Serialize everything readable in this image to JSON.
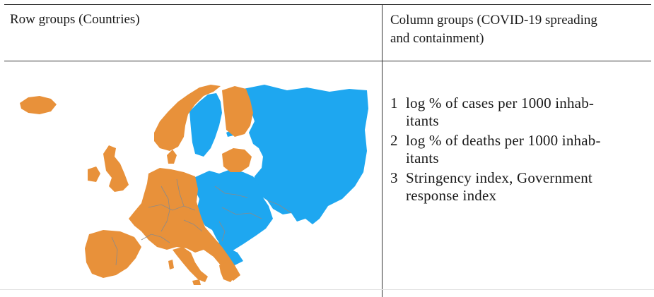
{
  "header": {
    "row_groups": "Row groups (Countries)",
    "column_groups_line1": "Column groups (COVID-19 spreading",
    "column_groups_line2": "and containment)"
  },
  "map": {
    "colors": {
      "orange_group": "#E8913A",
      "blue_group": "#1EA7F0",
      "border": "#8a8a8a"
    }
  },
  "column_groups": [
    {
      "number": "1",
      "line1": "log % of cases per 1000 inhab-",
      "line2": "itants"
    },
    {
      "number": "2",
      "line1": "log % of deaths per 1000 inhab-",
      "line2": "itants"
    },
    {
      "number": "3",
      "line1": "Stringency index, Government",
      "line2": "response index"
    }
  ]
}
